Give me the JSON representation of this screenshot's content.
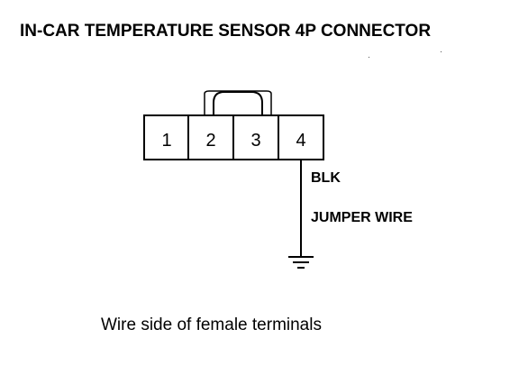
{
  "title": "IN-CAR TEMPERATURE SENSOR 4P CONNECTOR",
  "connector": {
    "pins": [
      "1",
      "2",
      "3",
      "4"
    ]
  },
  "wire": {
    "color_label": "BLK",
    "type_label": "JUMPER WIRE"
  },
  "caption": "Wire side of female terminals",
  "colors": {
    "ink": "#000000",
    "background": "#ffffff"
  },
  "icons": [
    "ground-icon"
  ]
}
